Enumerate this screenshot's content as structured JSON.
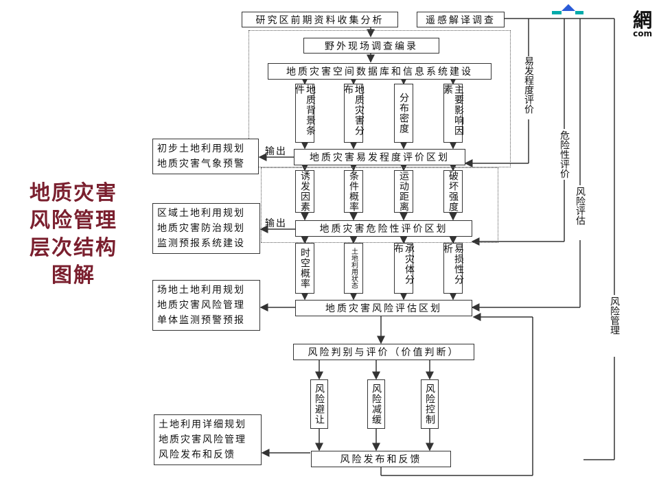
{
  "title": "地质灾害风险管理层次结构图解",
  "logo": {
    "word": "網",
    "sub": "com"
  },
  "top": {
    "collect": "研究区前期资料收集分析",
    "remote": "遥感解译调查",
    "field": "野外现场调查编录",
    "database": "地质灾害空间数据库和信息系统建设"
  },
  "tier1": {
    "factors": [
      "地质背景条件",
      "地质灾害分布",
      "分布密度",
      "主要影响因素"
    ],
    "zone": "地质灾害易发程度评价区划",
    "outputs": [
      "初步土地利用规划",
      "地质灾害气象预警"
    ]
  },
  "tier2": {
    "factors": [
      "诱发因素",
      "条件概率",
      "运动距离",
      "破坏强度"
    ],
    "zone": "地质灾害危险性评价区划",
    "outputs": [
      "区域土地利用规划",
      "地质灾害防治规划",
      "监测预报系统建设"
    ]
  },
  "tier3": {
    "factors": [
      "时空概率",
      "土地利用状态",
      "承灾体分布",
      "易损性分析"
    ],
    "zone": "地质灾害风险评估区划",
    "outputs": [
      "场地土地利用规划",
      "地质灾害风险管理",
      "单体监测预警预报"
    ]
  },
  "judge": "风险判别与评价（价值判断）",
  "measures": [
    "风险避让",
    "风险减缓",
    "风险控制"
  ],
  "release": {
    "box": "风险发布和反馈",
    "outputs": [
      "土地利用详细规划",
      "地质灾害风险管理",
      "风险发布和反馈"
    ]
  },
  "output_label": "输出",
  "side_labels": [
    "易发程度评价",
    "危险性评价",
    "风险评估",
    "风险管理"
  ]
}
